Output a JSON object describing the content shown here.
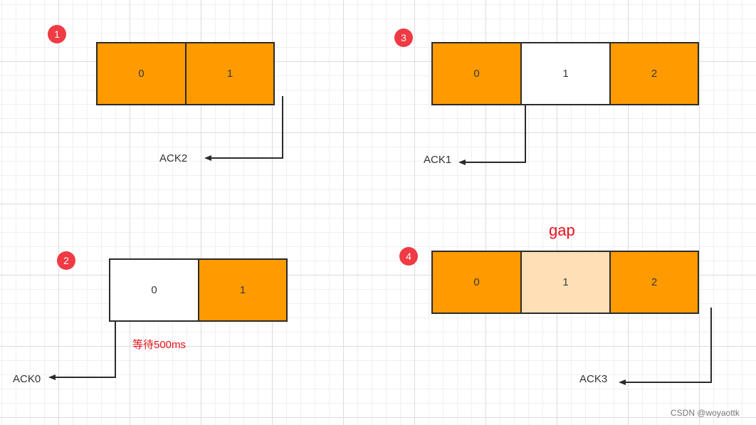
{
  "panels": [
    {
      "badge": "1",
      "cells": [
        "0",
        "1"
      ],
      "ack": "ACK2"
    },
    {
      "badge": "2",
      "cells": [
        "0",
        "1"
      ],
      "ack": "ACK0",
      "note": "等待500ms"
    },
    {
      "badge": "3",
      "cells": [
        "0",
        "1",
        "2"
      ],
      "ack": "ACK1"
    },
    {
      "badge": "4",
      "cells": [
        "0",
        "1",
        "2"
      ],
      "ack": "ACK3",
      "title": "gap"
    }
  ],
  "colors": {
    "received": "#ff9a00",
    "missing": "#ffffff",
    "gap_fill": "#ffdfb5",
    "badge": "#f03a44",
    "highlight_text": "#e8111b"
  },
  "watermark": "CSDN @woyaottk"
}
